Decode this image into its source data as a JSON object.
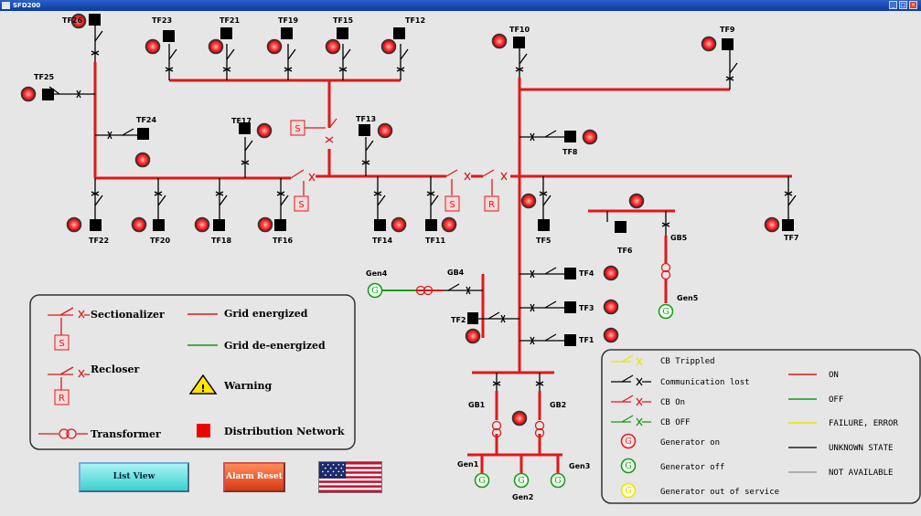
{
  "window": {
    "title": "SFD200"
  },
  "colors": {
    "on": "#e01818",
    "off": "#139a13",
    "failure": "#e6e600",
    "unknown": "#202020",
    "not_available": "#9a9a9a",
    "breaker_black": "#000000"
  },
  "transformers": [
    {
      "id": "TF26",
      "label": "TF26"
    },
    {
      "id": "TF23",
      "label": "TF23"
    },
    {
      "id": "TF21",
      "label": "TF21"
    },
    {
      "id": "TF19",
      "label": "TF19"
    },
    {
      "id": "TF15",
      "label": "TF15"
    },
    {
      "id": "TF12",
      "label": "TF12"
    },
    {
      "id": "TF10",
      "label": "TF10"
    },
    {
      "id": "TF9",
      "label": "TF9"
    },
    {
      "id": "TF25",
      "label": "TF25"
    },
    {
      "id": "TF24",
      "label": "TF24"
    },
    {
      "id": "TF17",
      "label": "TF17"
    },
    {
      "id": "TF13",
      "label": "TF13"
    },
    {
      "id": "TF8",
      "label": "TF8"
    },
    {
      "id": "TF22",
      "label": "TF22"
    },
    {
      "id": "TF20",
      "label": "TF20"
    },
    {
      "id": "TF18",
      "label": "TF18"
    },
    {
      "id": "TF16",
      "label": "TF16"
    },
    {
      "id": "TF14",
      "label": "TF14"
    },
    {
      "id": "TF11",
      "label": "TF11"
    },
    {
      "id": "TF5",
      "label": "TF5"
    },
    {
      "id": "TF6",
      "label": "TF6"
    },
    {
      "id": "TF7",
      "label": "TF7"
    },
    {
      "id": "TF4",
      "label": "TF4"
    },
    {
      "id": "TF3",
      "label": "TF3"
    },
    {
      "id": "TF2",
      "label": "TF2"
    },
    {
      "id": "TF1",
      "label": "TF1"
    }
  ],
  "breakers": {
    "gb1": "GB1",
    "gb2": "GB2",
    "gb4": "GB4",
    "gb5": "GB5"
  },
  "generators": {
    "gen1": "Gen1",
    "gen2": "Gen2",
    "gen3": "Gen3",
    "gen4": "Gen4",
    "gen5": "Gen5",
    "symbol": "G"
  },
  "switch_boxes": {
    "sectionalizer": "S",
    "recloser": "R"
  },
  "legend_left": {
    "sectionalizer": "Sectionalizer",
    "recloser": "Recloser",
    "transformer": "Transformer",
    "grid_energized": "Grid energized",
    "grid_deenergized": "Grid de-energized",
    "warning": "Warning",
    "distribution_network": "Distribution Network",
    "s_box": "S",
    "r_box": "R",
    "warning_mark": "!"
  },
  "legend_right": {
    "cb_tripped": "CB Trippled",
    "comm_lost": "Communication lost",
    "cb_on": "CB On",
    "cb_off": "CB OFF",
    "gen_on": "Generator on",
    "gen_off": "Generator off",
    "gen_oos": "Generator out of service",
    "on": "ON",
    "off": "OFF",
    "failure": "FAILURE, ERROR",
    "unknown": "UNKNOWN STATE",
    "not_available": "NOT AVAILABLE",
    "gen_symbol": "G"
  },
  "buttons": {
    "list_view": "List View",
    "alarm_reset": "Alarm Reset"
  },
  "language": {
    "flag": "us-flag-icon"
  },
  "window_controls": {
    "minimize": "_",
    "maximize": "□",
    "close": "×"
  }
}
